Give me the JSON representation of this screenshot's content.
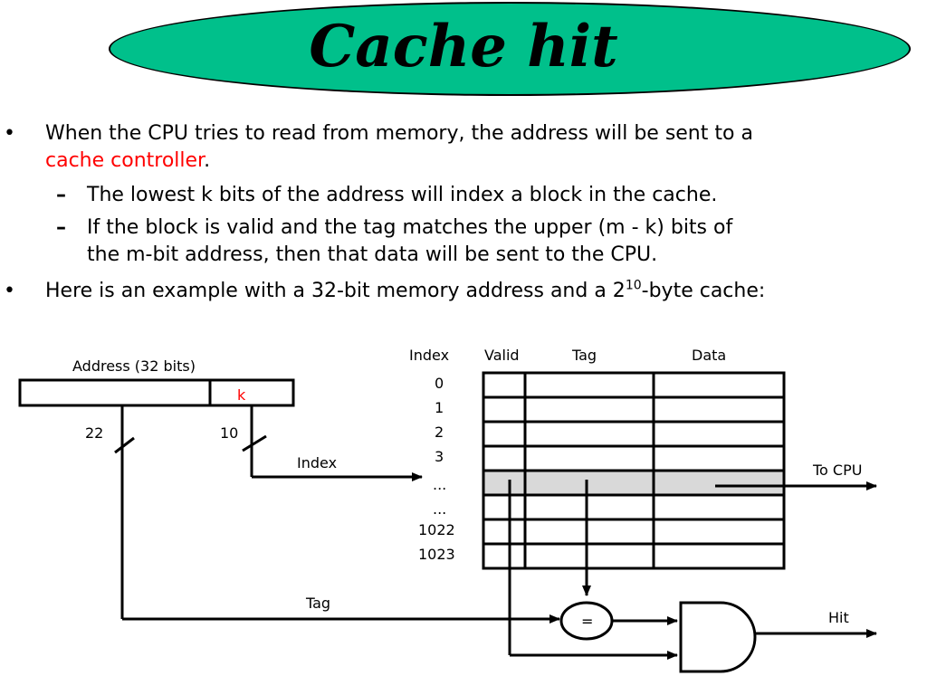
{
  "title": "Cache hit",
  "bullets": {
    "b1_a": "When the CPU tries to read from memory, the address will be sent to a",
    "b1_b": "cache controller",
    "b1_c": ".",
    "b2": "The lowest k bits of the address will index a block in the cache.",
    "b3_a": "If the block is valid and the tag matches the upper (m - k) bits of",
    "b3_b": "the m-bit address, then that data will be sent to the CPU.",
    "b4_a": "Here is an example with a 32-bit memory address and a 2",
    "b4_sup": "10",
    "b4_b": "-byte cache:"
  },
  "diagram": {
    "address_label": "Address (32 bits)",
    "k_mark": "k",
    "bits_22": "22",
    "bits_10": "10",
    "index_arrow_label": "Index",
    "tag_arrow_label": "Tag",
    "to_cpu": "To CPU",
    "hit": "Hit",
    "comparator": "=",
    "headers": {
      "index": "Index",
      "valid": "Valid",
      "tag": "Tag",
      "data": "Data"
    },
    "index_rows": [
      "0",
      "1",
      "2",
      "3",
      "...",
      "...",
      "1022",
      "1023"
    ]
  },
  "colors": {
    "title_fill": "#00c08b",
    "highlight_row": "#d9d9d9",
    "red_text": "#ff0000"
  }
}
